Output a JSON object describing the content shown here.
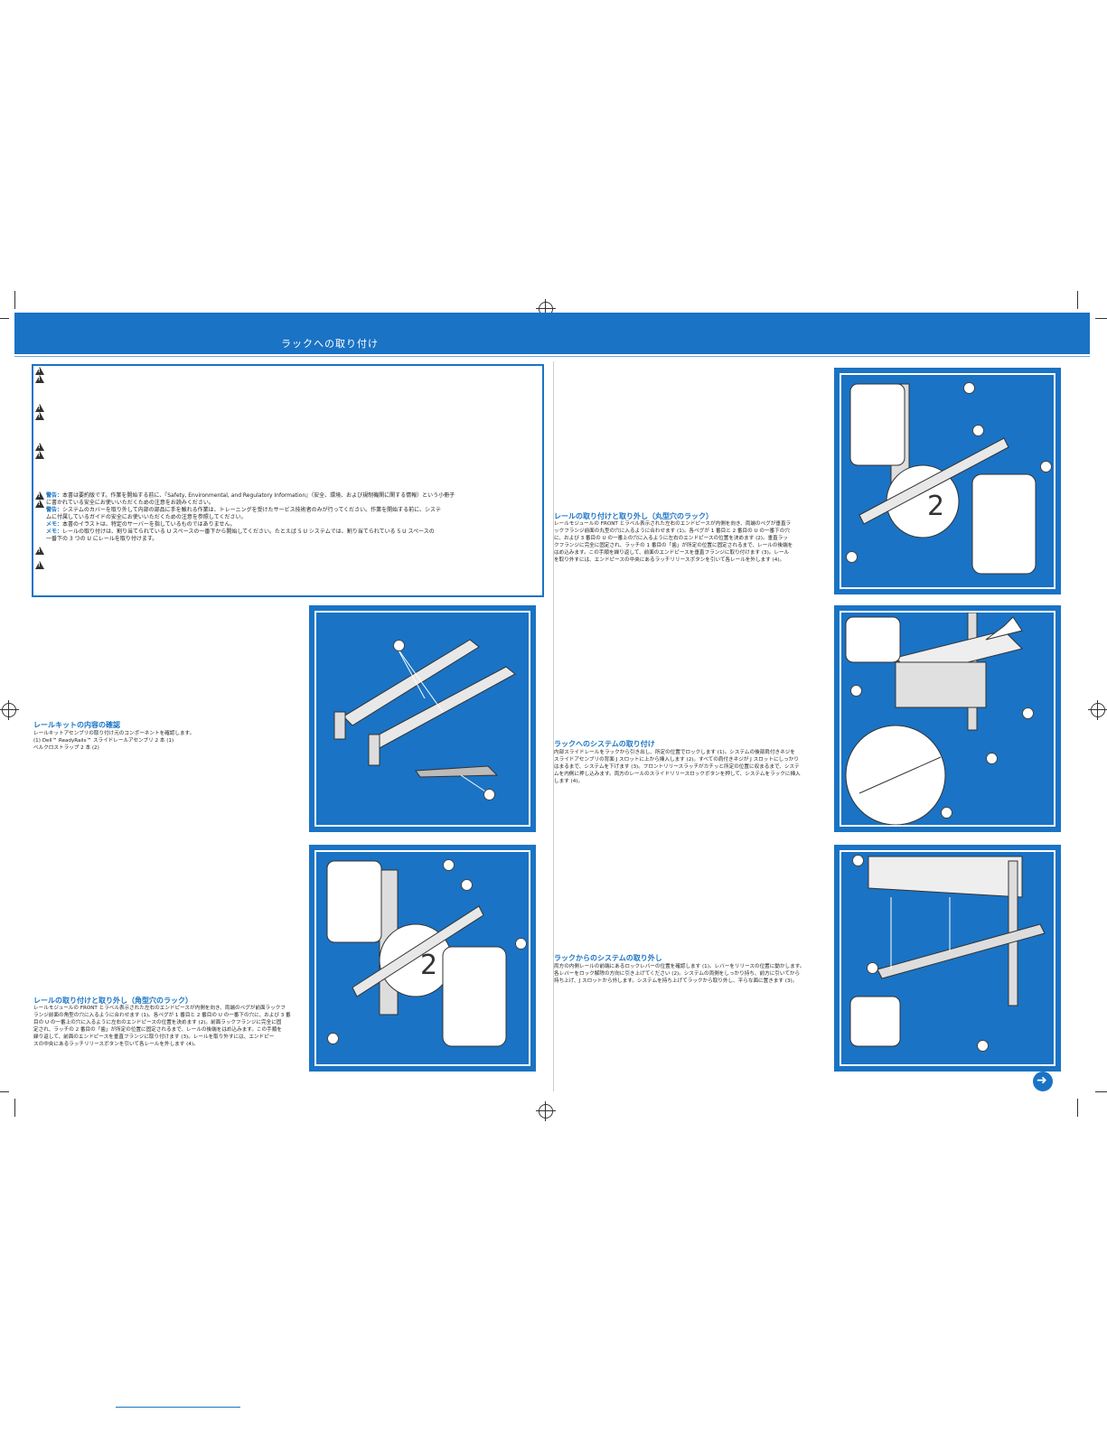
{
  "page": {
    "title": "ラックへの取り付け"
  },
  "safety": {
    "warning_line1_label": "警告：",
    "warning_line1": "本書は要約版です。作業を開始する前に、『Safety, Environmental, and Regulatory Information』（安全、環境、および規制機関に関する情報）という小冊子",
    "warning_line1b": "に書かれている安全にお使いいただくための注意をお読みください。",
    "warning_line2_label": "警告：",
    "warning_line2": "システムのカバーを取り外して内部の部品に手を触れる作業は、トレーニングを受けたサービス技術者のみが行ってください。作業を開始する前に、システ",
    "warning_line2b": "ムに付属しているガイドの安全にお使いいただくための注意を参照してください。",
    "note1_label": "メモ：",
    "note1": "本書のイラストは、特定のサーバーを指しているものではありません。",
    "note2_label": "メモ：",
    "note2": "レールの取り付けは、割り当てられている U スペースの一番下から開始してください。たとえば 5 U システムでは、割り当てられている 5 U スペースの",
    "note2b": "一番下の 3 つの U にレールを取り付けます。"
  },
  "sections": {
    "kit_contents": {
      "heading": "レールキットの内容の確認",
      "line1": "レールキットアセンブリの取り付け元のコンポーネントを確認します。",
      "line2": "(1) Dell™ ReadyRails™ スライドレールアセンブリ 2 本 (1)",
      "line3": "ベルクロストラップ 2 本 (2)"
    },
    "square_hole": {
      "heading": "レールの取り付けと取り外し（角型穴のラック）",
      "lines": [
        "レールモジュールの FRONT とラベル表示された左右のエンドピースが内側を向き、両端のペグが前面ラックフ",
        "ランジ前面の角型の穴に入るように合わせます (1)。各ペグが 1 番目と 2 番目の U の一番下の穴に、および 3 番",
        "目の U の一番上の穴に入るように左右のエンドピースの位置を決めます (2)。前面ラックフランジに完全に固",
        "定され、ラッチの 2 番目の「歯」が所定の位置に固定されるまで、レールの後端をはめ込みます。この手順を",
        "繰り返して、前面のエンドピースを垂直フランジに取り付けます (3)。レールを取り外すには、エンドピー",
        "スの中央にあるラッチリリースボタンを引いて各レールを外します (4)。"
      ]
    },
    "round_hole": {
      "heading": "レールの取り付けと取り外し（丸型穴のラック）",
      "lines": [
        "レールモジュールの FRONT とラベル表示された左右のエンドピースが内側を向き、両端のペグが垂直ラ",
        "ックフランジ前面の丸型の穴に入るように合わせます (1)。各ペグが 1 番目と 2 番目の U の一番下の穴",
        "に、および 3 番目の U の一番上の穴に入るように左右のエンドピースの位置を決めます (2)。垂直ラッ",
        "クフランジに完全に固定され、ラッチの 1 番目の「歯」が所定の位置に固定されるまで、レールの後端を",
        "はめ込みます。この手順を繰り返して、前面のエンドピースを垂直フランジに取り付けます (3)。レール",
        "を取り外すには、エンドピースの中央にあるラッチリリースボタンを引いて各レールを外します (4)。"
      ]
    },
    "install_system": {
      "heading": "ラックへのシステムの取り付け",
      "lines": [
        "内部スライドレールをラックから引き出し、所定の位置でロックします (1)。システムの後部肩付きネジを",
        "スライドアセンブリの背面 J スロットに上から挿入します (2)。すべての肩付きネジが J スロットにしっかり",
        "はまるまで、システムを下げます (3)。フロントリリースラッチがカチッと所定の位置に収まるまで、システ",
        "ムを内側に押し込みます。両方のレールのスライドリリースロックボタンを押して、システムをラックに挿入",
        "します (4)。"
      ]
    },
    "remove_system": {
      "heading": "ラックからのシステムの取り外し",
      "lines": [
        "両方の内側レールの前端にあるロックレバーの位置を確認します (1)。レバーをリリースの位置に動かします。",
        "各レバーをロック解除の方向に引き上げてください (2)。システムの両側をしっかり持ち、前方に引いてから",
        "持ち上げ、J スロットから外します。システムを持ち上げてラックから取り外し、平らな面に置きます (3)。"
      ]
    }
  },
  "colors": {
    "accent": "#1a73c4",
    "panel_bg": "#1a73c4"
  },
  "icons": {
    "next": "arrow-right-icon",
    "warning": "warning-triangle-icon"
  }
}
